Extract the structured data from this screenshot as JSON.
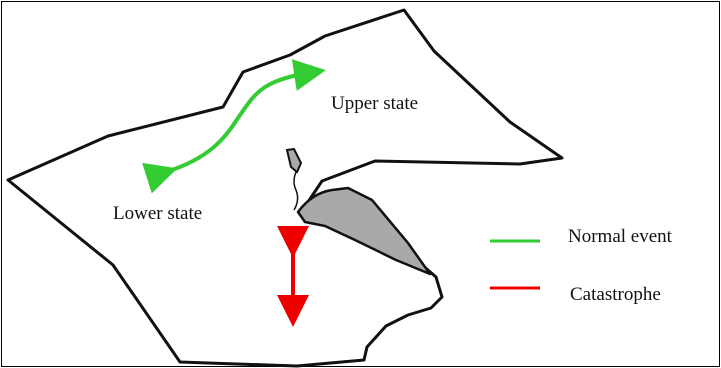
{
  "labels": {
    "upper_state": "Upper state",
    "lower_state": "Lower state"
  },
  "legend": {
    "normal_event": "Normal event",
    "catastrophe": "Catastrophe"
  },
  "colors": {
    "normal_event": "#33cc33",
    "catastrophe": "#ee0000",
    "fold_fill": "#a9a9a9",
    "outline": "#111111"
  }
}
